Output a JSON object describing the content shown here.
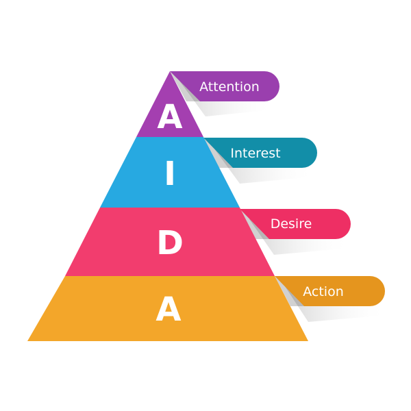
{
  "diagram": {
    "levels": [
      {
        "letter": "A",
        "label": "Attention",
        "color": "#a43fb0",
        "tab_color": "#9a3fae"
      },
      {
        "letter": "I",
        "label": "Interest",
        "color": "#27a9e1",
        "tab_color": "#128ea8"
      },
      {
        "letter": "D",
        "label": "Desire",
        "color": "#f23d6e",
        "tab_color": "#ee2f64"
      },
      {
        "letter": "A",
        "label": "Action",
        "color": "#f3a62a",
        "tab_color": "#e5951e"
      }
    ]
  }
}
